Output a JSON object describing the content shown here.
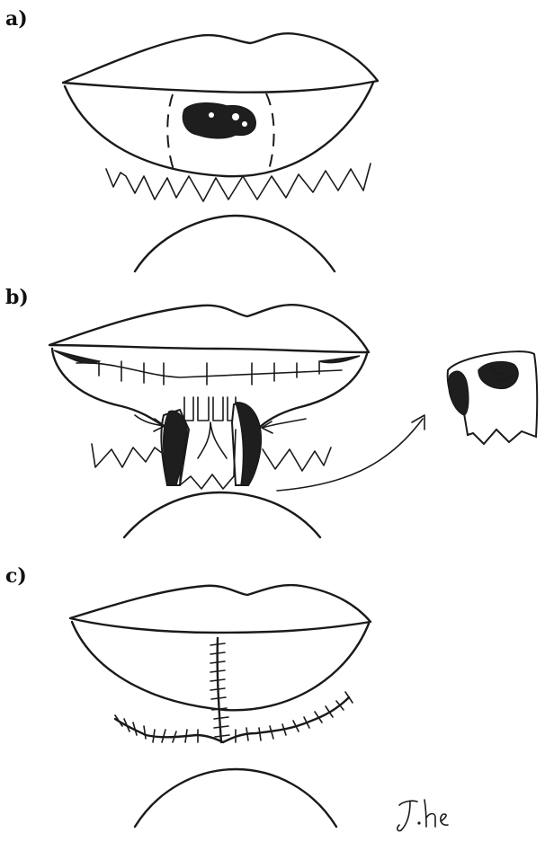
{
  "panels": [
    {
      "label": "a)"
    },
    {
      "label": "b)"
    },
    {
      "label": "c)"
    }
  ],
  "signature": "J.he"
}
